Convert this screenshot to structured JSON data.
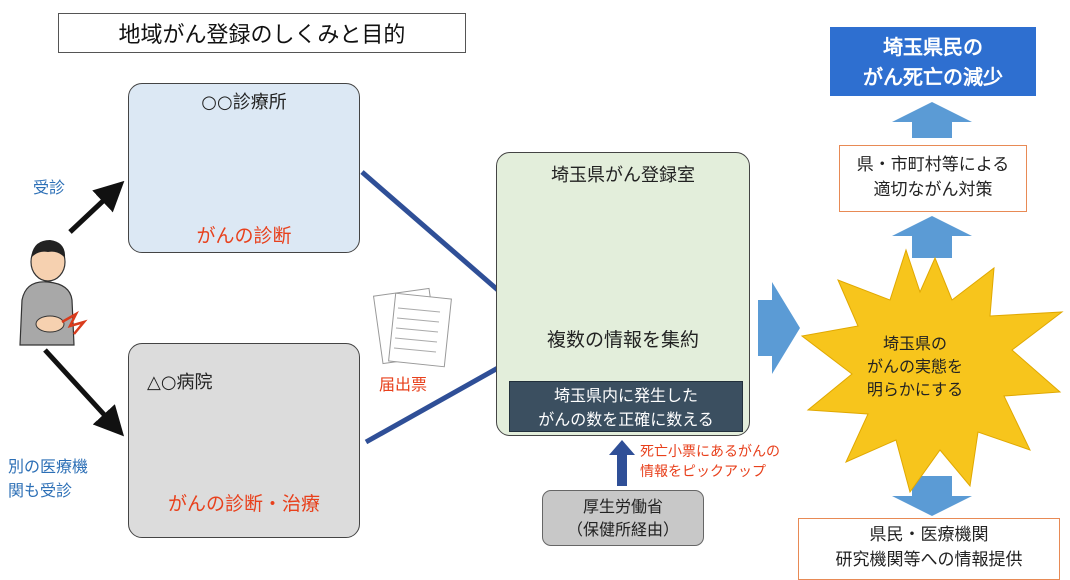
{
  "title": "地域がん登録のしくみと目的",
  "patient": {
    "visit_label": "受診",
    "other_visit_label_line1": "別の医療機",
    "other_visit_label_line2": "関も受診"
  },
  "clinic": {
    "name": "○○診療所",
    "role": "がんの診断"
  },
  "hospital": {
    "name": "△○病院",
    "role": "がんの診断・治療"
  },
  "report_form_label": "届出票",
  "registry": {
    "name": "埼玉県がん登録室",
    "collect": "複数の情報を集約",
    "count_line1": "埼玉県内に発生した",
    "count_line2": "がんの数を正確に数える"
  },
  "death_certificate": {
    "line1": "死亡小票にあるがんの",
    "line2": "情報をピックアップ"
  },
  "mhlw": {
    "line1": "厚生労働省",
    "line2": "（保健所経由）"
  },
  "star": {
    "line1": "埼玉県の",
    "line2": "がんの実態を",
    "line3": "明らかにする"
  },
  "measures": {
    "line1": "県・市町村等による",
    "line2": "適切ながん対策"
  },
  "goal": {
    "line1": "埼玉県民の",
    "line2": "がん死亡の減少"
  },
  "provide": {
    "line1": "県民・医療機関",
    "line2": "研究機関等への情報提供"
  },
  "colors": {
    "goal_box": "#2e6fd0",
    "arrow_blue": "#2f4f97",
    "arrow_light": "#5b9bd5",
    "star": "#f7c51c",
    "red_text": "#e8401c"
  }
}
